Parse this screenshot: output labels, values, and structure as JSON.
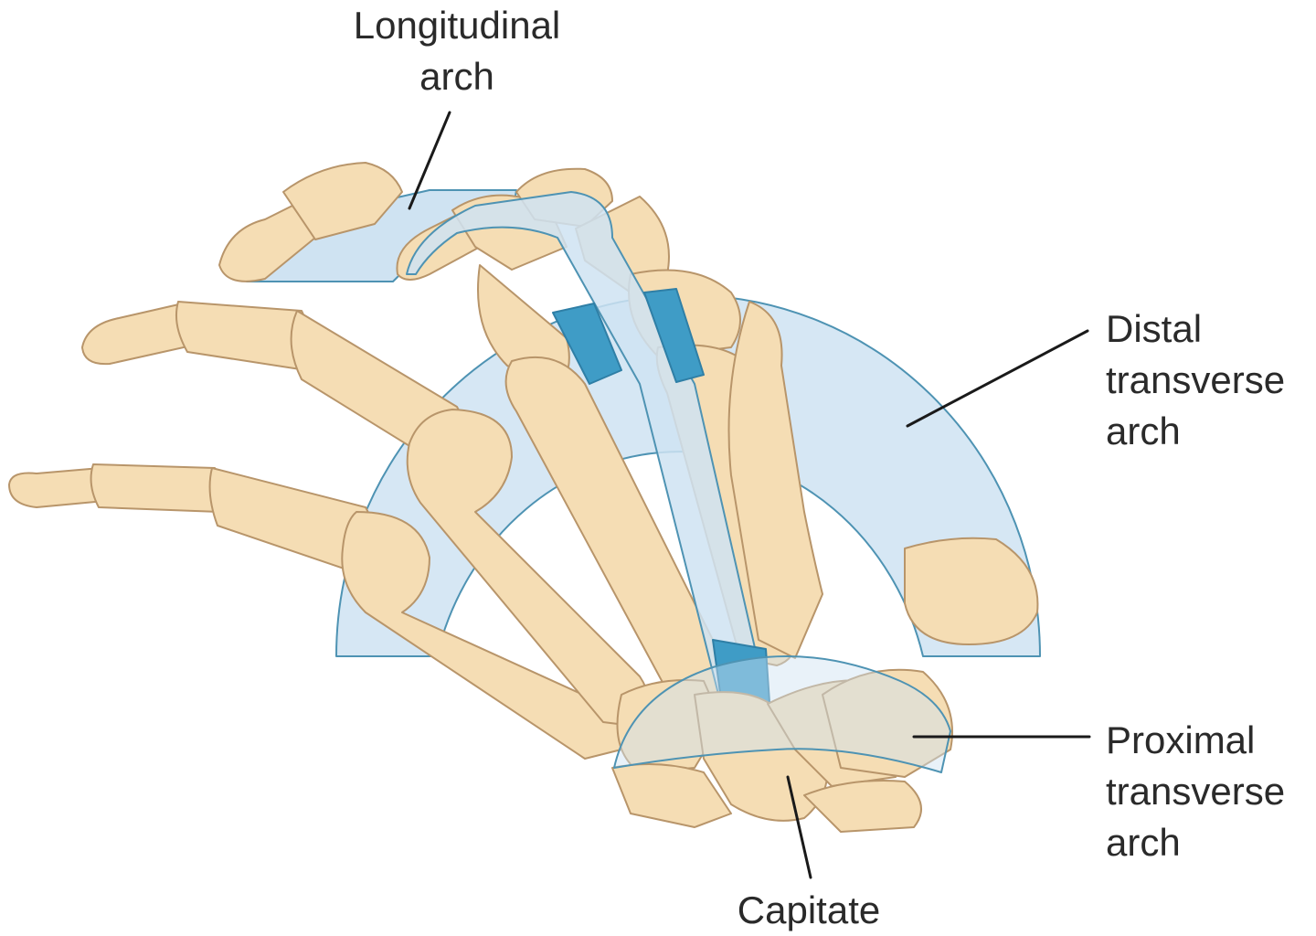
{
  "labels": {
    "longitudinal": [
      "Longitudinal",
      "arch"
    ],
    "distal": [
      "Distal",
      "transverse",
      "arch"
    ],
    "proximal": [
      "Proximal",
      "transverse",
      "arch"
    ],
    "capitate": [
      "Capitate"
    ]
  },
  "colors": {
    "bone_fill": "#f5ddb4",
    "bone_stroke": "#b8956a",
    "arch_fill": "#cfe3f2",
    "arch_stroke": "#4e93b3",
    "arch_dark": "#3f9cc6",
    "leader": "#1a1a1a",
    "text": "#2a2a2a"
  }
}
